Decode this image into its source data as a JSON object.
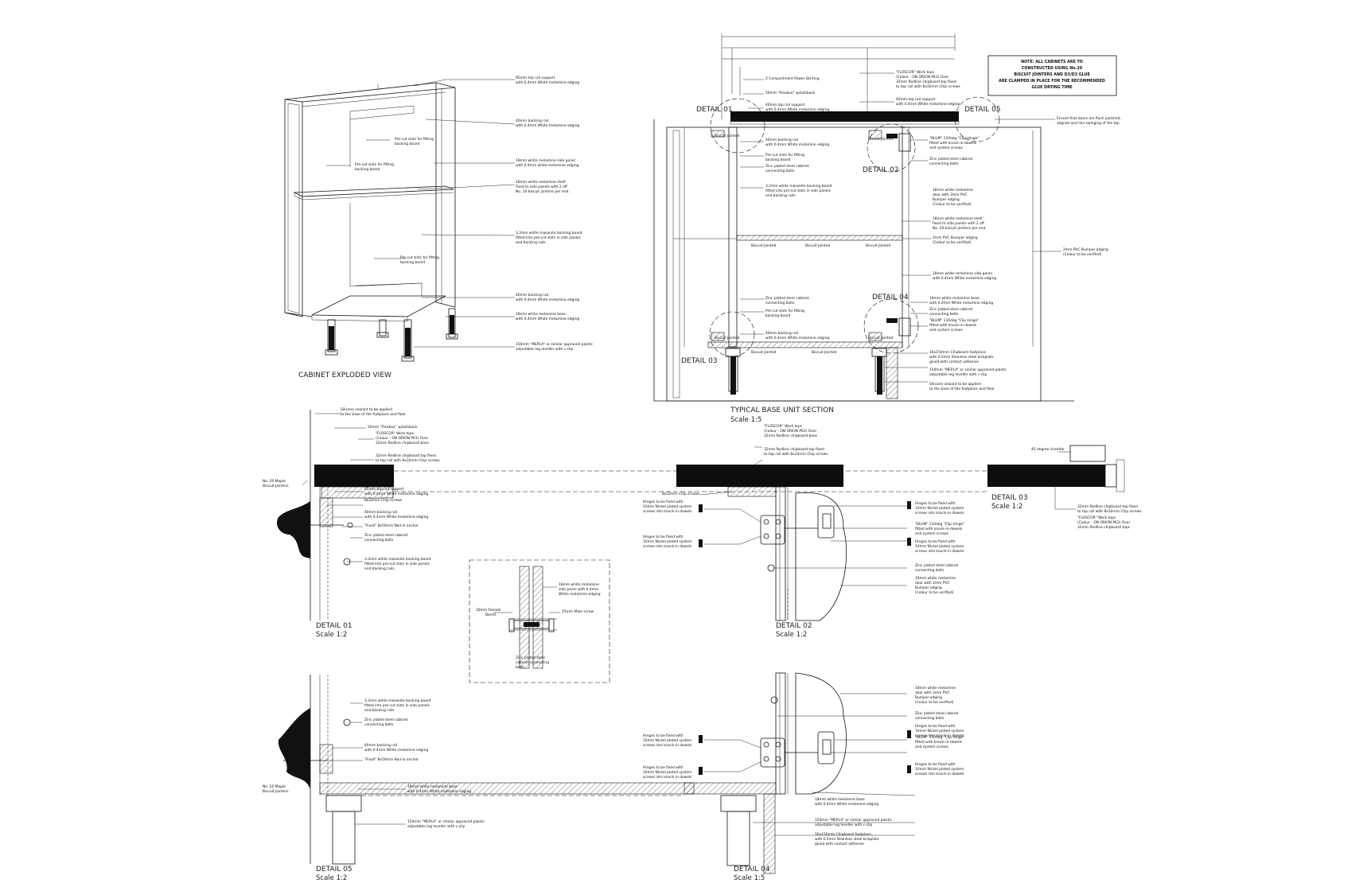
{
  "note": {
    "lines": [
      "NOTE: ALL CABINETS ARE TO",
      "CONSTRUCTED USING No.20",
      "BISCUIT JOINTERS AND D3/D3 GLUE",
      "ARE CLAMPED IN PLACE FOR THE RECOMMENDED",
      "GLUE DRYING TIME"
    ]
  },
  "exploded": {
    "title": "CABINET EXPLODED VIEW",
    "annotations": [
      "65mm top rail support",
      "with 0.4mm White melamine edging",
      "Pre-cut slots for fitting",
      "backing board",
      "Pre-cut slots for fitting",
      "backing board",
      "40mm backing rail",
      "with 0.4mm White melamine edging",
      "18mm white melamine side panel",
      "with 0.4mm white melamine edging",
      "18mm white melamine shelf",
      "fixed to side panels with 2 off",
      "No. 10 biscuit jointers per end.",
      "3.2mm white masonite backing board",
      "fitted into pre-cut slots in side panels",
      "and backing rails",
      "Pre-cut slots for fitting",
      "backing board",
      "40mm backing rail",
      "with 0.4mm White melamine edging",
      "18mm white melamine base",
      "with 0.4mm White melamine edging",
      "150mm \"MEPLA\" or similar approved plastic",
      "adjustable leg leveller with c-clip"
    ]
  },
  "section": {
    "title": "TYPICAL BASE UNIT SECTION",
    "scale": "Scale 1:5",
    "detail_tags": [
      "DETAIL 01",
      "DETAIL 05",
      "DETAIL 02",
      "DETAIL 04",
      "DETAIL 03"
    ],
    "joint_labels": [
      "Biscuit Jointed",
      "Biscuit Jointed",
      "Biscuit Jointed",
      "Biscuit Jointed",
      "Biscuit Jointed",
      "Biscuit Jointed",
      "Biscuit Jointed",
      "Biscuit Jointed",
      "Biscuit Jointed"
    ],
    "annotations": [
      "2 Compartment Power Skirting",
      "50mm \"Flexbox\" splashback",
      "40mm top rail support",
      "with 0.4mm White melamine edging",
      "\"FLOSCOR\" Work tops",
      "(Colour - ON ORION P63) Over",
      "32mm Redline chipboard top fixed",
      "to top rail with 8x32mm Chip screws",
      "40mm top rail support",
      "with 0.4mm White melamine edging",
      "Ensure that doors are flush polished,",
      "aligned and line swinging of the top",
      "40mm backing rail",
      "with 0.4mm White melamine edging",
      "Pre-cut slots for fitting",
      "backing board",
      "Zinc plated steel cabinet",
      "connecting bolts",
      "3.2mm white masonite backing board",
      "fitted into pre-cut slots in side panels",
      "and backing rails",
      "\"BLUM\" 110deg \"Clip Hinge\"",
      "fitted with knock-in-dowels",
      "and system screws",
      "Zinc plated steel cabinet",
      "connecting bolts",
      "18mm white melamine",
      "door with 2mm PVC",
      "Bumper edging",
      "(Colour to be verified)",
      "18mm white melamine shelf",
      "fixed to side panels with 2 off",
      "No. 20 biscuit jointers per end.",
      "2mm PVC Bumper edging",
      "(Colour to be verified)",
      "2mm PVC Bumper edging",
      "(Colour to be verified)",
      "18mm white melamine side panel",
      "with 0.4mm White melamine edging",
      "Zinc plated steel cabinet",
      "connecting bolts",
      "Pre-cut slots for fitting",
      "backing board",
      "18mm white melamine base",
      "with 0.4mm White melamine edging",
      "Zinc plated steel cabinet",
      "connecting bolts",
      "\"BLUM\" 110deg \"Clip Hinge\"",
      "fitted with knock-in-dowels",
      "and system screws",
      "40mm backing rail",
      "with 0.4mm White melamine edging",
      "16x150mm Chipboard footplace",
      "with 0.5mm Stainless steel kickplate",
      "glued with contact adhesive",
      "150mm \"MEPLA\" or similar approved plastic",
      "adjustable leg leveller with c-clip",
      "Silicone sealant to be applied",
      "to the base of the footplace and floor"
    ]
  },
  "detail01": {
    "title": "DETAIL 01",
    "scale": "Scale 1:2",
    "annotations": [
      "Silicone sealant to be applied",
      "to the base of the footplace and floor",
      "50mm \"Flexbox\" splashback",
      "\"FLOSCOR\" Work tops",
      "(Colour - ON ORION P63) Over",
      "32mm Redline chipboard base",
      "32mm Redline chipboard top fixed",
      "to top rail with 8x32mm Chip screws",
      "No. 20 Maple",
      "Biscuit Jointers",
      "65mm top rail support",
      "with 0.4mm White melamine edging",
      "8x32mm Chip screws",
      "40mm backing rail",
      "with 0.4mm White melamine edging",
      "\"Fixall\" 8x50mm Nail-in anchor",
      "Zinc plated steel cabinet",
      "connecting bolts",
      "3.2mm white masonite backing board",
      "fitted into pre-cut slots in side panels",
      "and backing rails"
    ]
  },
  "detail_mid": {
    "annotations": [
      "18mm white melamine",
      "side panel with 0.4mm",
      "White melamine edging",
      "30mm Female",
      "Barrel",
      "25mm Male screw",
      "Zinc plated steel",
      "cabinet connecting",
      "bolts"
    ]
  },
  "detail02": {
    "title": "DETAIL 02",
    "scale": "Scale 1:2",
    "annotations": [
      "\"FLOSCOR\" Work tops",
      "(Colour - ON ORION P63) Over",
      "32mm Redline chipboard base",
      "32mm Redline chipboard top fixed",
      "to top rail with 8x32mm Chip screws",
      "8x32mm Chip screws",
      "Hinges to be fixed with",
      "10mm Nickel plated system",
      "screws into knock-in dowels",
      "Hinges to be fixed with",
      "10mm Nickel plated system",
      "screws into knock-in dowels",
      "Hinges to be fixed with",
      "10mm Nickel plated system",
      "screws into knock-in dowels",
      "\"BLUM\" 110deg \"Clip Hinge\"",
      "fitted with knock-in-dowels",
      "and system screws",
      "Hinges to be fixed with",
      "10mm Nickel plated system",
      "screws into knock-in dowels",
      "Zinc plated steel cabinet",
      "connecting bolts",
      "18mm white melamine",
      "door with 2mm PVC",
      "Bumper edging",
      "(Colour to be verified)"
    ]
  },
  "detail03": {
    "title": "DETAIL 03",
    "scale": "Scale 1:2",
    "annotations": [
      "45 degree chamfer",
      "32mm Redline chipboard top fixed",
      "to top rail with 8x32mm Chip screws",
      "\"FLOSCOR\" Work tops",
      "(Colour - ON ORION P63) Over",
      "32mm Redline chipboard tops"
    ]
  },
  "detail05": {
    "title": "DETAIL 05",
    "scale": "Scale 1:2",
    "annotations": [
      "3.2mm white masonite backing board",
      "fitted into pre-cut slots in side panels",
      "and backing rails",
      "Zinc plated steel cabinet",
      "connecting bolts",
      "40mm backing rail",
      "with 0.4mm White melamine edging",
      "\"Fixall\" 8x50mm Nail-in anchor",
      "No. 20 Maple",
      "Biscuit Jointers",
      "18mm white melamine base",
      "with 0.4mm White melamine edging",
      "150mm \"MEPLA\" or similar approved plastic",
      "adjustable leg leveller with c-clip"
    ]
  },
  "detail04": {
    "title": "DETAIL 04",
    "scale": "Scale 1:5",
    "annotations": [
      "18mm white melamine",
      "door with 2mm PVC",
      "Bumper edging",
      "(Colour to be verified)",
      "Zinc plated steel cabinet",
      "connecting bolts",
      "Hinges to be fixed with",
      "10mm Nickel plated system",
      "screws into knock-in dowels",
      "\"BLUM\" 110deg \"Clip Hinge\"",
      "fitted with knock-in-dowels",
      "and system screws",
      "Hinges to be fixed with",
      "10mm Nickel plated system",
      "screws into knock-in dowels",
      "Hinges to be fixed with",
      "10mm Nickel plated system",
      "screws into knock-in dowels",
      "Hinges to be fixed with",
      "10mm Nickel plated system",
      "screws into knock-in dowels",
      "18mm white melamine base",
      "with 0.4mm White melamine edging",
      "150mm \"MEPLA\" or similar approved plastic",
      "adjustable leg leveller with c-clip",
      "16x150mm Chipboard footplace",
      "with 0.5mm Stainless steel kickplate",
      "glued with contact adhesive"
    ]
  }
}
